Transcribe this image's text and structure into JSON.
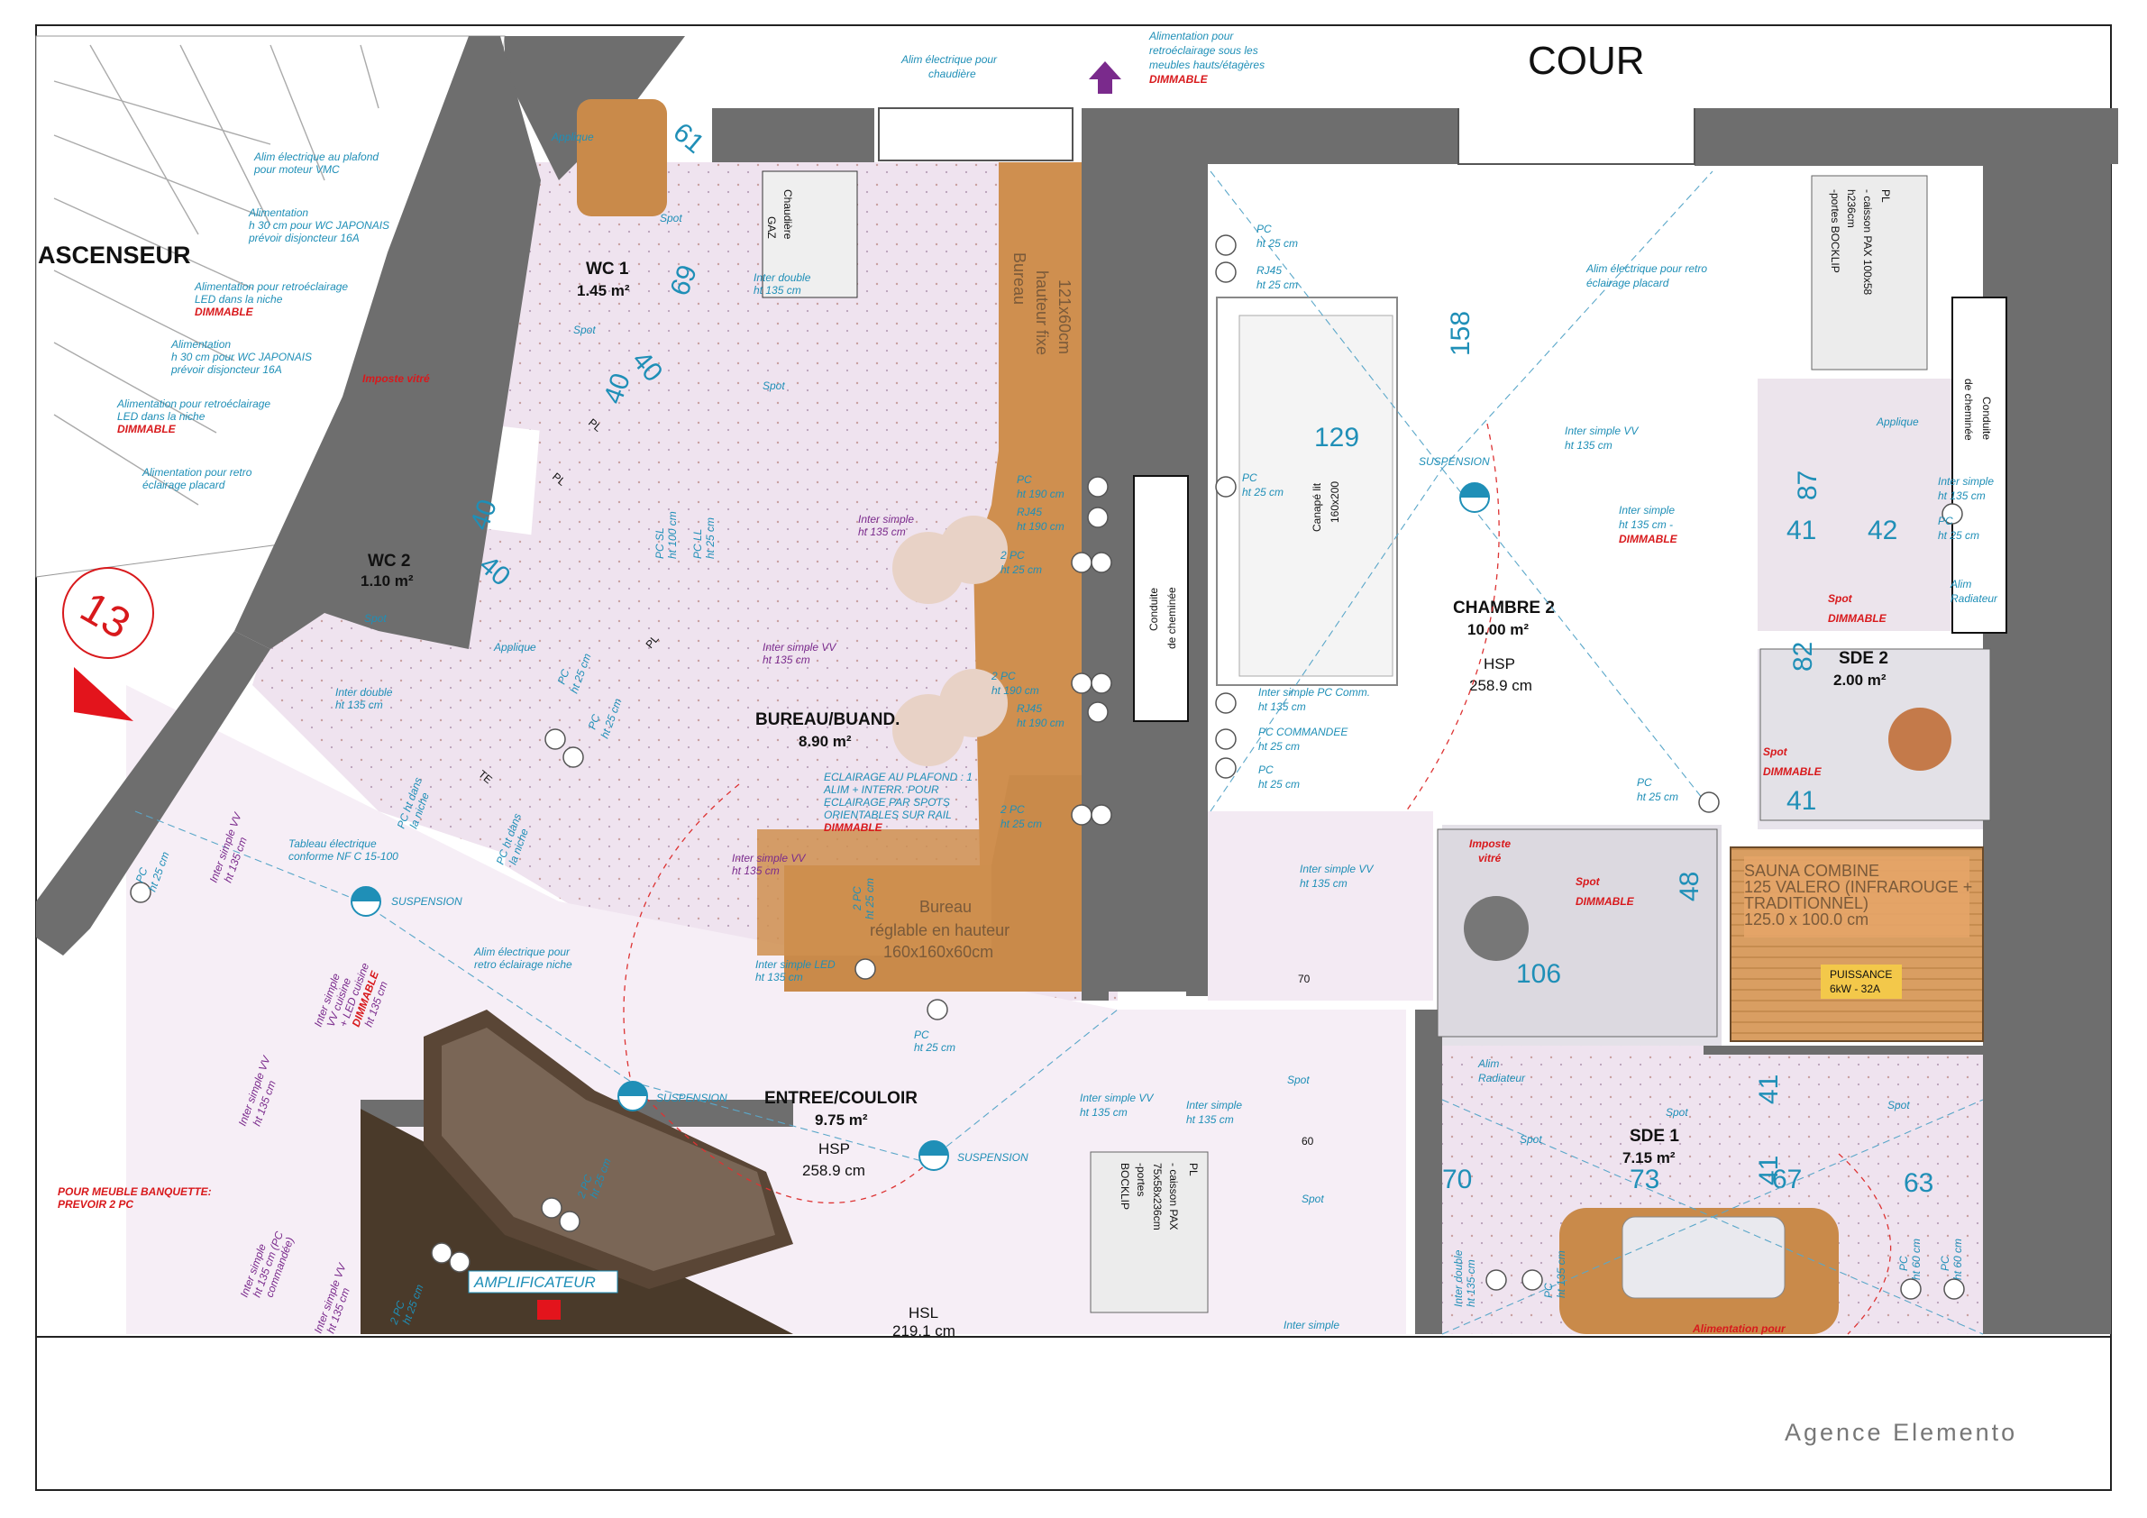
{
  "title_top": "COUR",
  "elevator_label": "ASCENSEUR",
  "agency": "Agence Elemento",
  "stair_number": "13",
  "amplifier_label": "AMPLIFICATEUR",
  "rooms": {
    "wc1": {
      "name": "WC 1",
      "area": "1.45 m²"
    },
    "wc2": {
      "name": "WC 2",
      "area": "1.10 m²"
    },
    "bureau": {
      "name": "BUREAU/BUAND.",
      "area": "8.90 m²"
    },
    "chambre2": {
      "name": "CHAMBRE 2",
      "area": "10.00 m²",
      "hsp": "HSP",
      "height": "258.9 cm"
    },
    "entree": {
      "name": "ENTREE/COULOIR",
      "area": "9.75 m²",
      "hsp": "HSP",
      "height": "258.9 cm"
    },
    "sde1": {
      "name": "SDE 1",
      "area": "7.15 m²"
    },
    "sde2": {
      "name": "SDE 2",
      "area": "2.00 m²"
    },
    "hsl": {
      "label": "HSL",
      "height": "219.1 cm"
    }
  },
  "dimensions": {
    "d61": "61",
    "d69": "69",
    "d40a": "40",
    "d40b": "40",
    "d40c": "40",
    "d40d": "40",
    "d158": "158",
    "d129": "129",
    "d87": "87",
    "d41a": "41",
    "d42": "42",
    "d82": "82",
    "d41b": "41",
    "d48": "48",
    "d106": "106",
    "d70a": "70",
    "d73": "73",
    "d67": "67",
    "d63": "63",
    "d41c": "41",
    "d41d": "41",
    "d70s": "70",
    "d60s": "60"
  },
  "labels": {
    "conduit1_a": "Conduite",
    "conduit1_b": "de cheminée",
    "conduit2_a": "Conduite",
    "conduit2_b": "de cheminée",
    "chaudiere_a": "Chaudière",
    "chaudiere_b": "GAZ",
    "bureau_fixe_a": "Bureau",
    "bureau_fixe_b": "hauteur fixe",
    "bureau_fixe_c": "121x60cm",
    "bureau_reg_a": "Bureau",
    "bureau_reg_b": "réglable en hauteur",
    "bureau_reg_c": "160x160x60cm",
    "canape_a": "Canapé lit",
    "canape_b": "160x200",
    "pl1_a": "PL",
    "pl1_b": "- caisson PAX 100x58",
    "pl1_c": "h236cm",
    "pl1_d": "-portes BOCKLIP",
    "pl2_a": "PL",
    "pl2_b": "- caisson PAX",
    "pl2_c": "75x58x236cm",
    "pl2_d": "-portes",
    "pl2_e": "BOCKLIP",
    "sauna_a": "SAUNA COMBINE",
    "sauna_b": "125 VALERO (INFRAROUGE +",
    "sauna_c": "TRADITIONNEL)",
    "sauna_d": "125.0 x 100.0 cm",
    "puissance_a": "PUISSANCE",
    "puissance_b": "6kW - 32A",
    "pl_small1": "PL",
    "pl_small2": "PL",
    "pl_small3": "PL",
    "te": "TE",
    "imposte1": "Imposte vitré",
    "imposte2_a": "Imposte",
    "imposte2_b": "vitré"
  },
  "notes": {
    "alim_chaudiere_a": "Alim électrique pour",
    "alim_chaudiere_b": "chaudière",
    "alim_retro_meubles_a": "Alimentation pour",
    "alim_retro_meubles_b": "retroéclairage sous les",
    "alim_retro_meubles_c": "meubles hauts/étagères",
    "alim_retro_meubles_d": "DIMMABLE",
    "applique1": "Applique",
    "vmc_a": "Alim électrique au plafond",
    "vmc_b": "pour moteur VMC",
    "wc_jap1_a": "Alimentation",
    "wc_jap1_b": "h 30 cm pour WC JAPONAIS",
    "wc_jap1_c": "prévoir disjoncteur 16A",
    "led_niche1_a": "Alimentation pour retroéclairage",
    "led_niche1_b": "LED dans la niche",
    "led_niche1_c": "DIMMABLE",
    "wc_jap2_a": "Alimentation",
    "wc_jap2_b": "h 30 cm pour WC JAPONAIS",
    "wc_jap2_c": "prévoir disjoncteur 16A",
    "led_niche2_a": "Alimentation pour retroéclairage",
    "led_niche2_b": "LED dans la niche",
    "led_niche2_c": "DIMMABLE",
    "placard_a": "Alimentation pour retro",
    "placard_b": "éclairage placard",
    "spot1": "Spot",
    "spot2": "Spot",
    "spot3": "Spot",
    "inter_double1_a": "Inter double",
    "inter_double1_b": "ht 135 cm",
    "pc_sl_a": "PC SL",
    "pc_sl_b": "ht 100 cm",
    "pc_ll_a": "PC LL",
    "pc_ll_b": "ht 25 cm",
    "inter_simple_bur_a": "Inter simple",
    "inter_simple_bur_b": "ht 135 cm",
    "pc190_1_a": "PC",
    "pc190_1_b": "ht 190 cm",
    "rj45_1_a": "RJ45",
    "rj45_1_b": "ht 190 cm",
    "pc2_25_1_a": "2 PC",
    "pc2_25_1_b": "ht 25 cm",
    "pc2_190_a": "2 PC",
    "pc2_190_b": "ht 190 cm",
    "rj45_2_a": "RJ45",
    "rj45_2_b": "ht 190 cm",
    "pc2_25_2_a": "2 PC",
    "pc2_25_2_b": "ht 25 cm",
    "inter_vv_bur_a": "Inter simple VV",
    "inter_vv_bur_b": "ht 135 cm",
    "spot_wc2": "Spot",
    "applique2": "Applique",
    "inter_double2_a": "Inter double",
    "inter_double2_b": "ht 135 cm",
    "pc_wc_a": "PC",
    "pc_wc_b": "ht 25 cm",
    "pc_wc2_a": "PC",
    "pc_wc2_b": "ht 25 cm",
    "eclairage_a": "ECLAIRAGE AU PLAFOND : 1",
    "eclairage_b": "ALIM + INTERR. POUR",
    "eclairage_c": "ECLAIRAGE PAR SPOTS",
    "eclairage_d": "ORIENTABLES SUR RAIL",
    "eclairage_e": "DIMMABLE",
    "inter_vv_bur2_a": "Inter simple VV",
    "inter_vv_bur2_b": "ht 135 cm",
    "pc2_25_3_a": "2 PC",
    "pc2_25_3_b": "ht 25 cm",
    "inter_led_a": "Inter simple LED",
    "inter_led_b": "ht 135 cm",
    "pc_niche1_a": "PC ht dans",
    "pc_niche1_b": "la niche",
    "pc_niche2_a": "PC ht dans",
    "pc_niche2_b": "la niche",
    "tableau_a": "Tableau électrique",
    "tableau_b": "conforme NF C 15-100",
    "suspension1": "SUSPENSION",
    "suspension2": "SUSPENSION",
    "suspension3": "SUSPENSION",
    "suspension4": "SUSPENSION",
    "alim_niche_a": "Alim électrique pour",
    "alim_niche_b": "retro éclairage niche",
    "pc_ent1_a": "PC",
    "pc_ent1_b": "ht 25 cm",
    "inter_vv_ent1_a": "Inter simple VV",
    "inter_vv_ent1_b": "ht 135 cm",
    "inter_led_ent_a": "Inter simple",
    "inter_led_ent_b": "VV cuisine",
    "inter_led_ent_c": "+ LED cuisine",
    "inter_led_ent_d": "DIMMABLE",
    "inter_led_ent_e": "ht 135 cm",
    "inter_vv_ent2_a": "Inter simple VV",
    "inter_vv_ent2_b": "ht 135 cm",
    "pc_ent2_a": "PC",
    "pc_ent2_b": "ht 25 cm",
    "meuble_a": "POUR MEUBLE BANQUETTE:",
    "meuble_b": "PREVOIR 2 PC",
    "pc2_ent_a": "2 PC",
    "pc2_ent_b": "ht 25 cm",
    "inter_cmd_a": "Inter simple",
    "inter_cmd_b": "ht 135 cm (PC",
    "inter_cmd_c": "commandée)",
    "inter_vv_ent3_a": "Inter simple VV",
    "inter_vv_ent3_b": "ht 135 cm",
    "pc2_ent2_a": "2 PC",
    "pc2_ent2_b": "ht 25 cm",
    "ch_pc1_a": "PC",
    "ch_pc1_b": "ht 25 cm",
    "ch_rj_a": "RJ45",
    "ch_rj_b": "ht 25 cm",
    "ch_pc2_a": "PC",
    "ch_pc2_b": "ht 25 cm",
    "ch_comm_a": "Inter simple PC Comm.",
    "ch_comm_b": "ht 135 cm",
    "ch_cmd_a": "PC COMMANDEE",
    "ch_cmd_b": "ht 25 cm",
    "ch_pc3_a": "PC",
    "ch_pc3_b": "ht 25 cm",
    "ch_pc4_a": "PC",
    "ch_pc4_b": "ht 25 cm",
    "ch_vv1_a": "Inter simple VV",
    "ch_vv1_b": "ht 135 cm",
    "ch_vv2_a": "Inter simple",
    "ch_vv2_b": "ht 135 cm -",
    "ch_vv2_c": "DIMMABLE",
    "ch_placard_a": "Alim électrique pour retro",
    "ch_placard_b": "éclairage placard",
    "ch_vv3_a": "Inter simple VV",
    "ch_vv3_b": "ht 135 cm",
    "sde2_applique": "Applique",
    "sde2_inter_a": "Inter simple",
    "sde2_inter_b": "ht 135 cm",
    "sde2_pc_a": "PC",
    "sde2_pc_b": "ht 25 cm",
    "sde2_rad_a": "Alim",
    "sde2_rad_b": "Radiateur",
    "sde2_spot_a": "Spot",
    "sde2_spot_b": "DIMMABLE",
    "sde2_spot2_a": "Spot",
    "sde2_spot2_b": "DIMMABLE",
    "sde1_spot_a": "Spot",
    "sde1_spot_b": "DIMMABLE",
    "sde1_rad_a": "Alim",
    "sde1_rad_b": "Radiateur",
    "sde1_spot2": "Spot",
    "sde1_spot3": "Spot",
    "sde1_spot4": "Spot",
    "sde1_pc1_a": "PC",
    "sde1_pc1_b": "ht 135 cm",
    "sde1_double_a": "Inter double",
    "sde1_double_b": "ht 135 cm",
    "sde1_pc60a_a": "PC",
    "sde1_pc60a_b": "ht 60 cm",
    "sde1_pc60b_a": "PC",
    "sde1_pc60b_b": "ht 60 cm",
    "sde1_alim": "Alimentation pour",
    "cor_vv_a": "Inter simple VV",
    "cor_vv_b": "ht 135 cm",
    "cor_simple_a": "Inter simple",
    "cor_simple_b": "ht 135 cm",
    "cor_spot1": "Spot",
    "cor_spot2": "Spot",
    "cor_inter_bottom": "Inter simple"
  },
  "colors": {
    "wall": "#6e6e6e",
    "floor_pink": "#efe4ef",
    "wood": "#c98a4a",
    "wood_dark": "#8c5a2a",
    "dim_blue": "#1f8fb7",
    "note_red": "#d8191c",
    "note_purple": "#7a2a8c"
  }
}
